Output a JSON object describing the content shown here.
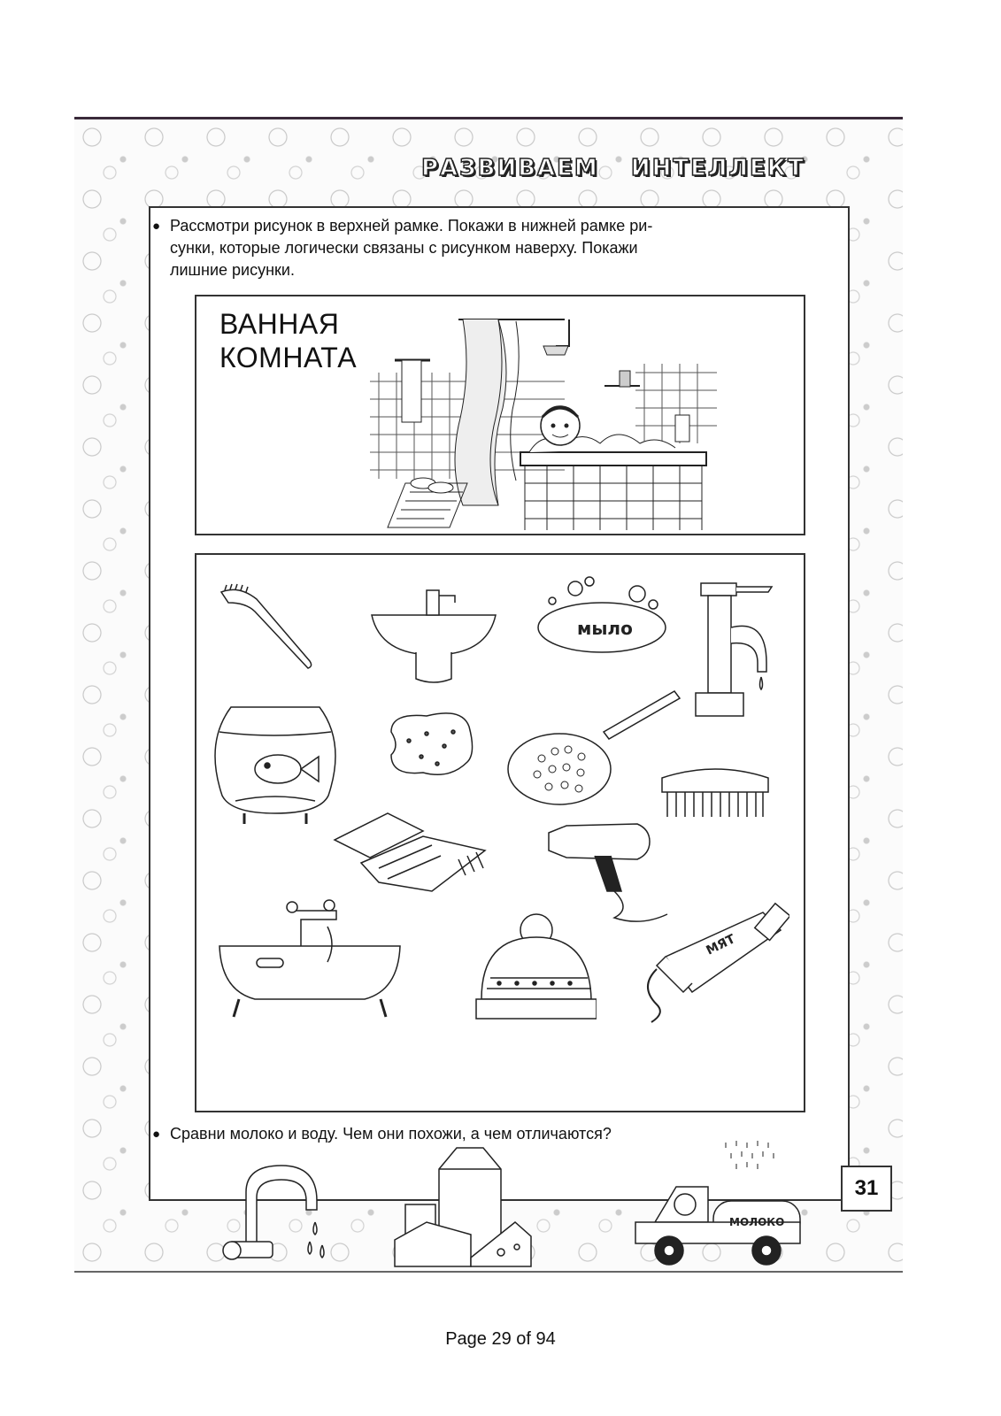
{
  "header": {
    "word1": "РАЗВИВАЕМ",
    "word2": "ИНТЕЛЛЕКТ"
  },
  "task1": {
    "line1": "Рассмотри  рисунок в верхней рамке. Покажи в нижней рамке ри-",
    "line2": "сунки, которые логически  связаны с рисунком наверху. Покажи",
    "line3": "лишние рисунки."
  },
  "scene": {
    "line1": "ВАННАЯ",
    "line2": "КОМНАТА"
  },
  "items": {
    "soap_label": "мыло",
    "toothpaste_label": "МЯТ"
  },
  "task2": {
    "text": "Сравни молоко и воду. Чем они похожи, а чем отличаются?"
  },
  "truck_label": "МОЛОКО",
  "page_number": "31",
  "footer": {
    "text": "Page 29 of 94"
  }
}
